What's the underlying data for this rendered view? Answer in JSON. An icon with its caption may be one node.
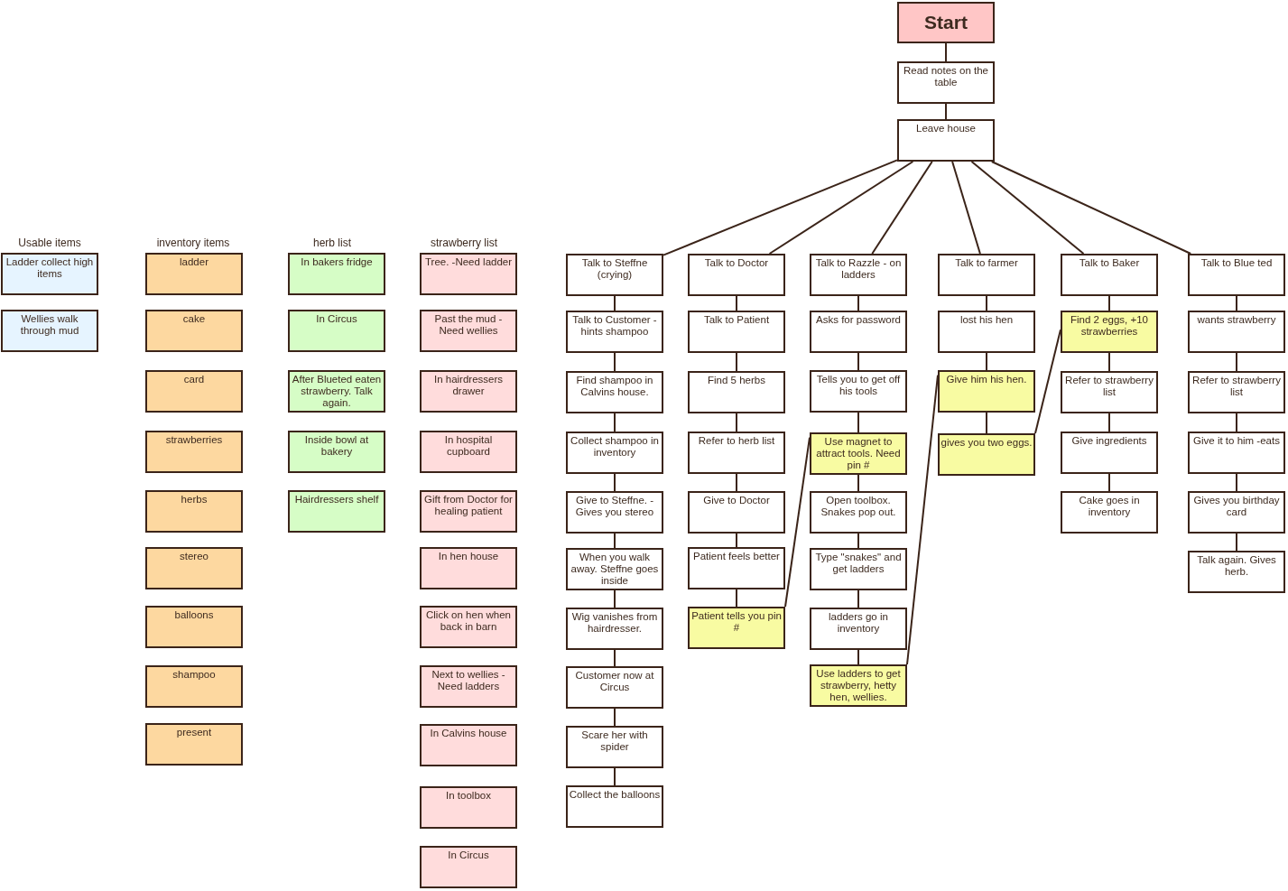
{
  "diagram": {
    "nodes": [
      {
        "text": [
          "Start"
        ]
      },
      {
        "text": [
          "Read notes on the table"
        ]
      },
      {
        "text": [
          "Leave house"
        ]
      },
      {
        "text": [
          "Talk to Steffne (crying)"
        ]
      },
      {
        "text": [
          "Talk to Customer - hints shampoo"
        ]
      },
      {
        "text": [
          "Find shampoo in Calvins house."
        ]
      },
      {
        "text": [
          "Collect shampoo in inventory"
        ]
      },
      {
        "text": [
          "Give to Steffne. -Gives you stereo"
        ]
      },
      {
        "text": [
          "When you walk away. Steffne goes inside"
        ]
      },
      {
        "text": [
          "Wig vanishes from hairdresser."
        ]
      },
      {
        "text": [
          "Customer now at Circus"
        ]
      },
      {
        "text": [
          "Scare her with spider"
        ]
      },
      {
        "text": [
          "Collect the balloons"
        ]
      },
      {
        "text": [
          "Talk to Doctor"
        ]
      },
      {
        "text": [
          "Talk to Patient"
        ]
      },
      {
        "text": [
          "Find 5 herbs"
        ]
      },
      {
        "text": [
          "Refer to herb list"
        ]
      },
      {
        "text": [
          "Give to Doctor"
        ]
      },
      {
        "text": [
          "Patient feels better"
        ]
      },
      {
        "text": [
          "Patient tells you pin #"
        ]
      },
      {
        "text": [
          "Talk to Razzle - on ladders"
        ]
      },
      {
        "text": [
          "Asks for password"
        ]
      },
      {
        "text": [
          "Tells you to get off his tools"
        ]
      },
      {
        "text": [
          "Use magnet to attract tools. Need pin #"
        ]
      },
      {
        "text": [
          "Open toolbox. Snakes pop out."
        ]
      },
      {
        "text": [
          "Type \"snakes\" and get ladders"
        ]
      },
      {
        "text": [
          "ladders go in inventory"
        ]
      },
      {
        "text": [
          "Use ladders to get strawberry, hetty hen, wellies."
        ]
      },
      {
        "text": [
          "Talk to farmer"
        ]
      },
      {
        "text": [
          "lost his hen"
        ]
      },
      {
        "text": [
          "Give him his hen."
        ]
      },
      {
        "text": [
          "gives you two eggs."
        ]
      },
      {
        "text": [
          "Talk to Baker"
        ]
      },
      {
        "text": [
          "Find 2 eggs, +10 strawberries"
        ]
      },
      {
        "text": [
          "Refer to strawberry list"
        ]
      },
      {
        "text": [
          "Give ingredients"
        ]
      },
      {
        "text": [
          "Cake goes in inventory"
        ]
      },
      {
        "text": [
          "Talk to Blue ted"
        ]
      },
      {
        "text": [
          "wants strawberry"
        ]
      },
      {
        "text": [
          "Refer to strawberry list"
        ]
      },
      {
        "text": [
          "Give it to him -eats"
        ]
      },
      {
        "text": [
          "Gives you birthday card"
        ]
      },
      {
        "text": [
          "Talk again. Gives herb."
        ]
      },
      {
        "text": [
          "Ladder collect high items"
        ]
      },
      {
        "text": [
          "Wellies walk through mud"
        ]
      },
      {
        "text": [
          "ladder"
        ]
      },
      {
        "text": [
          "cake"
        ]
      },
      {
        "text": [
          "card"
        ]
      },
      {
        "text": [
          "strawberries"
        ]
      },
      {
        "text": [
          "herbs"
        ]
      },
      {
        "text": [
          "stereo"
        ]
      },
      {
        "text": [
          "balloons"
        ]
      },
      {
        "text": [
          "shampoo"
        ]
      },
      {
        "text": [
          "present"
        ]
      },
      {
        "text": [
          "In bakers fridge"
        ]
      },
      {
        "text": [
          "In Circus"
        ]
      },
      {
        "text": [
          "After Blueted eaten strawberry. Talk again."
        ]
      },
      {
        "text": [
          "Inside bowl at bakery"
        ]
      },
      {
        "text": [
          "Hairdressers shelf"
        ]
      },
      {
        "text": [
          "Tree. -Need ladder"
        ]
      },
      {
        "text": [
          "Past the mud -Need wellies"
        ]
      },
      {
        "text": [
          "In hairdressers drawer"
        ]
      },
      {
        "text": [
          "In hospital cupboard"
        ]
      },
      {
        "text": [
          "Gift from Doctor for healing patient"
        ]
      },
      {
        "text": [
          "In hen house"
        ]
      },
      {
        "text": [
          "Click on hen when back in barn"
        ]
      },
      {
        "text": [
          "Next to wellies -Need ladders"
        ]
      },
      {
        "text": [
          "In Calvins house"
        ]
      },
      {
        "text": [
          "In toolbox"
        ]
      },
      {
        "text": [
          "In Circus"
        ]
      }
    ],
    "edges": [
      {
        "from": 0,
        "to": 1,
        "arrow": "none"
      },
      {
        "from": 1,
        "to": 2,
        "arrow": "none"
      },
      {
        "from": 2,
        "to": 3,
        "arrow": "none"
      },
      {
        "from": 2,
        "to": 13,
        "arrow": "none"
      },
      {
        "from": 2,
        "to": 20,
        "arrow": "none"
      },
      {
        "from": 2,
        "to": 28,
        "arrow": "none"
      },
      {
        "from": 2,
        "to": 32,
        "arrow": "none"
      },
      {
        "from": 2,
        "to": 37,
        "arrow": "none"
      },
      {
        "from": 3,
        "to": 4,
        "arrow": "none"
      },
      {
        "from": 4,
        "to": 5,
        "arrow": "none"
      },
      {
        "from": 5,
        "to": 6,
        "arrow": "none"
      },
      {
        "from": 6,
        "to": 7,
        "arrow": "none"
      },
      {
        "from": 7,
        "to": 8,
        "arrow": "none"
      },
      {
        "from": 8,
        "to": 9,
        "arrow": "none"
      },
      {
        "from": 9,
        "to": 10,
        "arrow": "none"
      },
      {
        "from": 10,
        "to": 11,
        "arrow": "none"
      },
      {
        "from": 11,
        "to": 12,
        "arrow": "none"
      },
      {
        "from": 13,
        "to": 14,
        "arrow": "none"
      },
      {
        "from": 14,
        "to": 15,
        "arrow": "none"
      },
      {
        "from": 15,
        "to": 16,
        "arrow": "none"
      },
      {
        "from": 16,
        "to": 17,
        "arrow": "none"
      },
      {
        "from": 17,
        "to": 18,
        "arrow": "none"
      },
      {
        "from": 18,
        "to": 19,
        "arrow": "none"
      },
      {
        "from": 19,
        "to": 23,
        "arrow": "none"
      },
      {
        "from": 20,
        "to": 21,
        "arrow": "none"
      },
      {
        "from": 21,
        "to": 22,
        "arrow": "none"
      },
      {
        "from": 22,
        "to": 23,
        "arrow": "none"
      },
      {
        "from": 23,
        "to": 24,
        "arrow": "none"
      },
      {
        "from": 24,
        "to": 25,
        "arrow": "none"
      },
      {
        "from": 25,
        "to": 26,
        "arrow": "none"
      },
      {
        "from": 26,
        "to": 27,
        "arrow": "none"
      },
      {
        "from": 27,
        "to": 30,
        "arrow": "none"
      },
      {
        "from": 28,
        "to": 29,
        "arrow": "none"
      },
      {
        "from": 29,
        "to": 30,
        "arrow": "none"
      },
      {
        "from": 30,
        "to": 31,
        "arrow": "none"
      },
      {
        "from": 31,
        "to": 33,
        "arrow": "none"
      },
      {
        "from": 32,
        "to": 33,
        "arrow": "none"
      },
      {
        "from": 33,
        "to": 34,
        "arrow": "none"
      },
      {
        "from": 34,
        "to": 35,
        "arrow": "none"
      },
      {
        "from": 35,
        "to": 36,
        "arrow": "none"
      },
      {
        "from": 37,
        "to": 38,
        "arrow": "none"
      },
      {
        "from": 38,
        "to": 39,
        "arrow": "none"
      },
      {
        "from": 39,
        "to": 40,
        "arrow": "none"
      },
      {
        "from": 40,
        "to": 41,
        "arrow": "none"
      },
      {
        "from": 41,
        "to": 42,
        "arrow": "none"
      }
    ],
    "labels": [
      "Usable items",
      "inventory items",
      "herb list",
      "strawberry list"
    ]
  }
}
